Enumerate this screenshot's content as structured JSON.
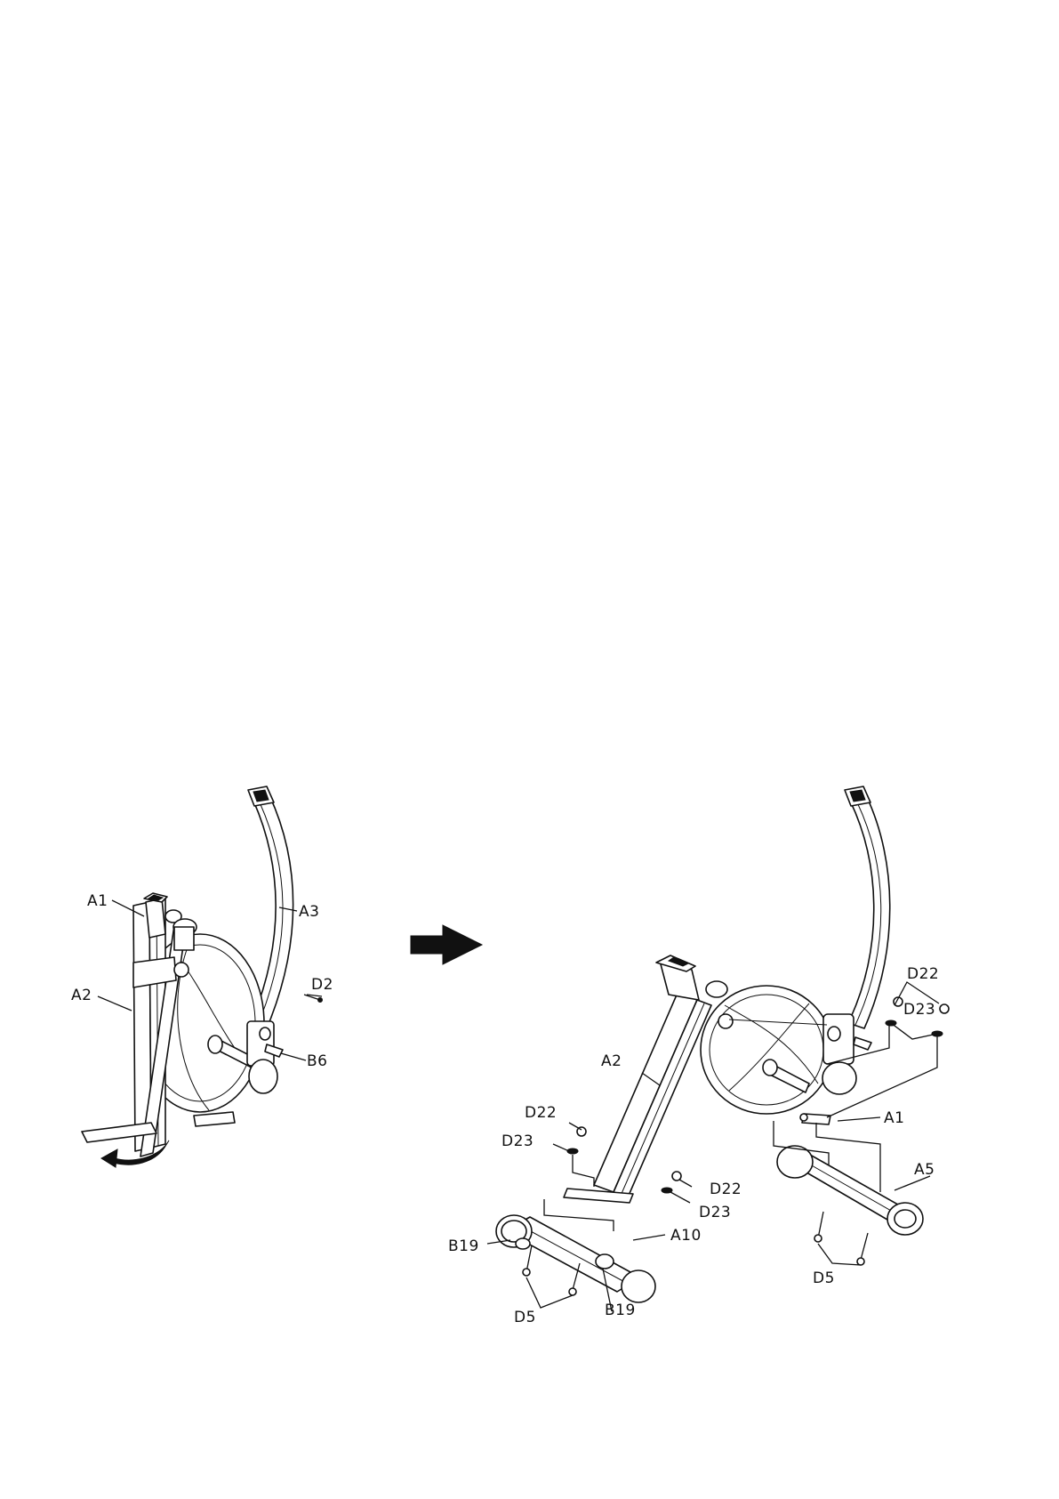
{
  "colors": {
    "ink": "#111111",
    "background": "#ffffff"
  },
  "icons": {
    "step_arrow": "right-arrow-icon",
    "fold_arrow": "curved-arrow-icon"
  },
  "left_view": {
    "labels": {
      "a1": "A1",
      "a2": "A2",
      "a3": "A3",
      "d2": "D2",
      "b6": "B6"
    }
  },
  "right_view": {
    "labels": {
      "a2": "A2",
      "a1": "A1",
      "a5": "A5",
      "a10": "A10",
      "d22_top": "D22",
      "d23_top": "D23",
      "d22_left": "D22",
      "d23_left": "D23",
      "d22_mid": "D22",
      "d23_mid": "D23",
      "b19_left": "B19",
      "b19_right": "B19",
      "d5_left": "D5",
      "d5_right": "D5"
    }
  }
}
